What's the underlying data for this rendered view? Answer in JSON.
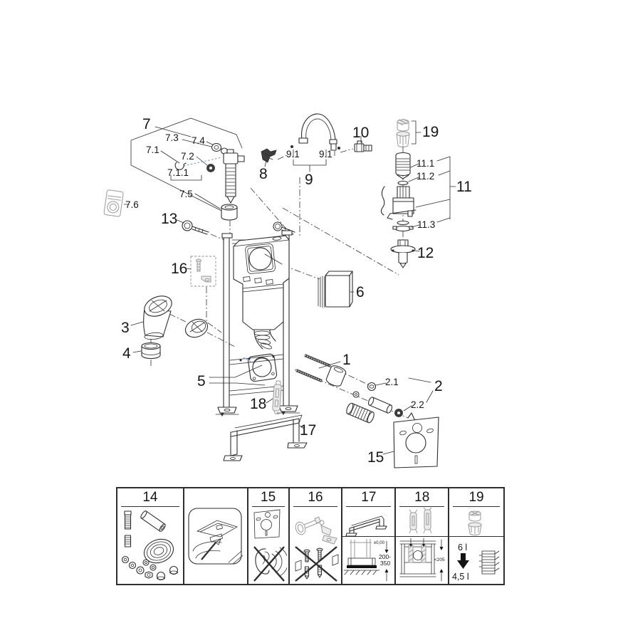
{
  "diagram_type": "exploded-parts-diagram",
  "labels": {
    "l1": "1",
    "l2": "2",
    "l2_1": "2.1",
    "l2_2": "2.2",
    "l3": "3",
    "l4": "4",
    "l5": "5",
    "l6": "6",
    "l7": "7",
    "l7_1": "7.1",
    "l7_1_1": "7.1.1",
    "l7_2": "7.2",
    "l7_3": "7.3",
    "l7_4": "7.4",
    "l7_5": "7.5",
    "l7_6": "7.6",
    "l8": "8",
    "l9": "9",
    "l9_1a": "9.1",
    "l9_1b": "9.1",
    "l10": "10",
    "l11": "11",
    "l11_1": "11.1",
    "l11_2": "11.2",
    "l11_3": "11.3",
    "l12": "12",
    "l13": "13",
    "l15": "15",
    "l16": "16",
    "l17": "17",
    "l18": "18",
    "l19": "19"
  },
  "legend": {
    "cells": [
      {
        "number": "14"
      },
      {
        "number": ""
      },
      {
        "number": "15"
      },
      {
        "number": "16"
      },
      {
        "number": "17",
        "level": "±0,00",
        "range_line1": "200-",
        "range_line2": "350"
      },
      {
        "number": "18",
        "depth": "<205"
      },
      {
        "number": "19",
        "volume_full": "6 l",
        "volume_reduced": "4,5 l"
      }
    ]
  },
  "colors": {
    "line": "#2e2e2e",
    "gray_part": "#9a9a9a",
    "accent_blue": "#8fb0d8",
    "background": "#ffffff"
  }
}
